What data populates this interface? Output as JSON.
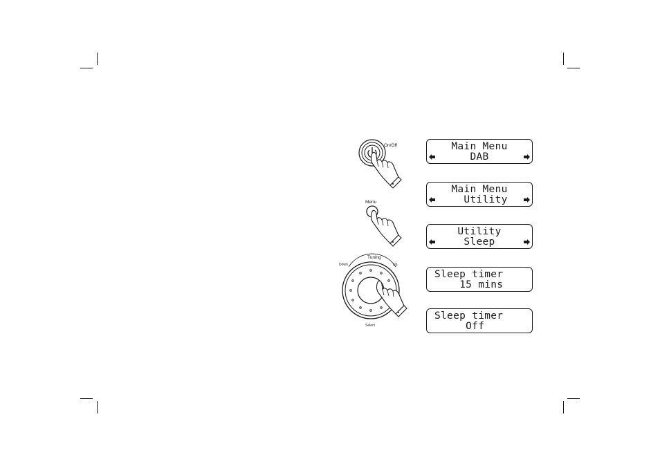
{
  "buttons": {
    "on_off_label": "On/Off",
    "menu_label": "Menu",
    "knob": {
      "tuning_label": "Tuning",
      "down_label": "Down",
      "up_label": "Up",
      "select_label": "Select"
    }
  },
  "displays": [
    {
      "line1": "Main Menu",
      "line2": "DAB",
      "arrows": true
    },
    {
      "line1": "Main Menu",
      "line2": "  Utility",
      "arrows": true
    },
    {
      "line1": "Utility",
      "line2": "Sleep",
      "arrows": true
    },
    {
      "line1": "Sleep timer",
      "line2": "    15 mins",
      "arrows": false
    },
    {
      "line1": "Sleep timer",
      "line2": "     Off",
      "arrows": false
    }
  ]
}
